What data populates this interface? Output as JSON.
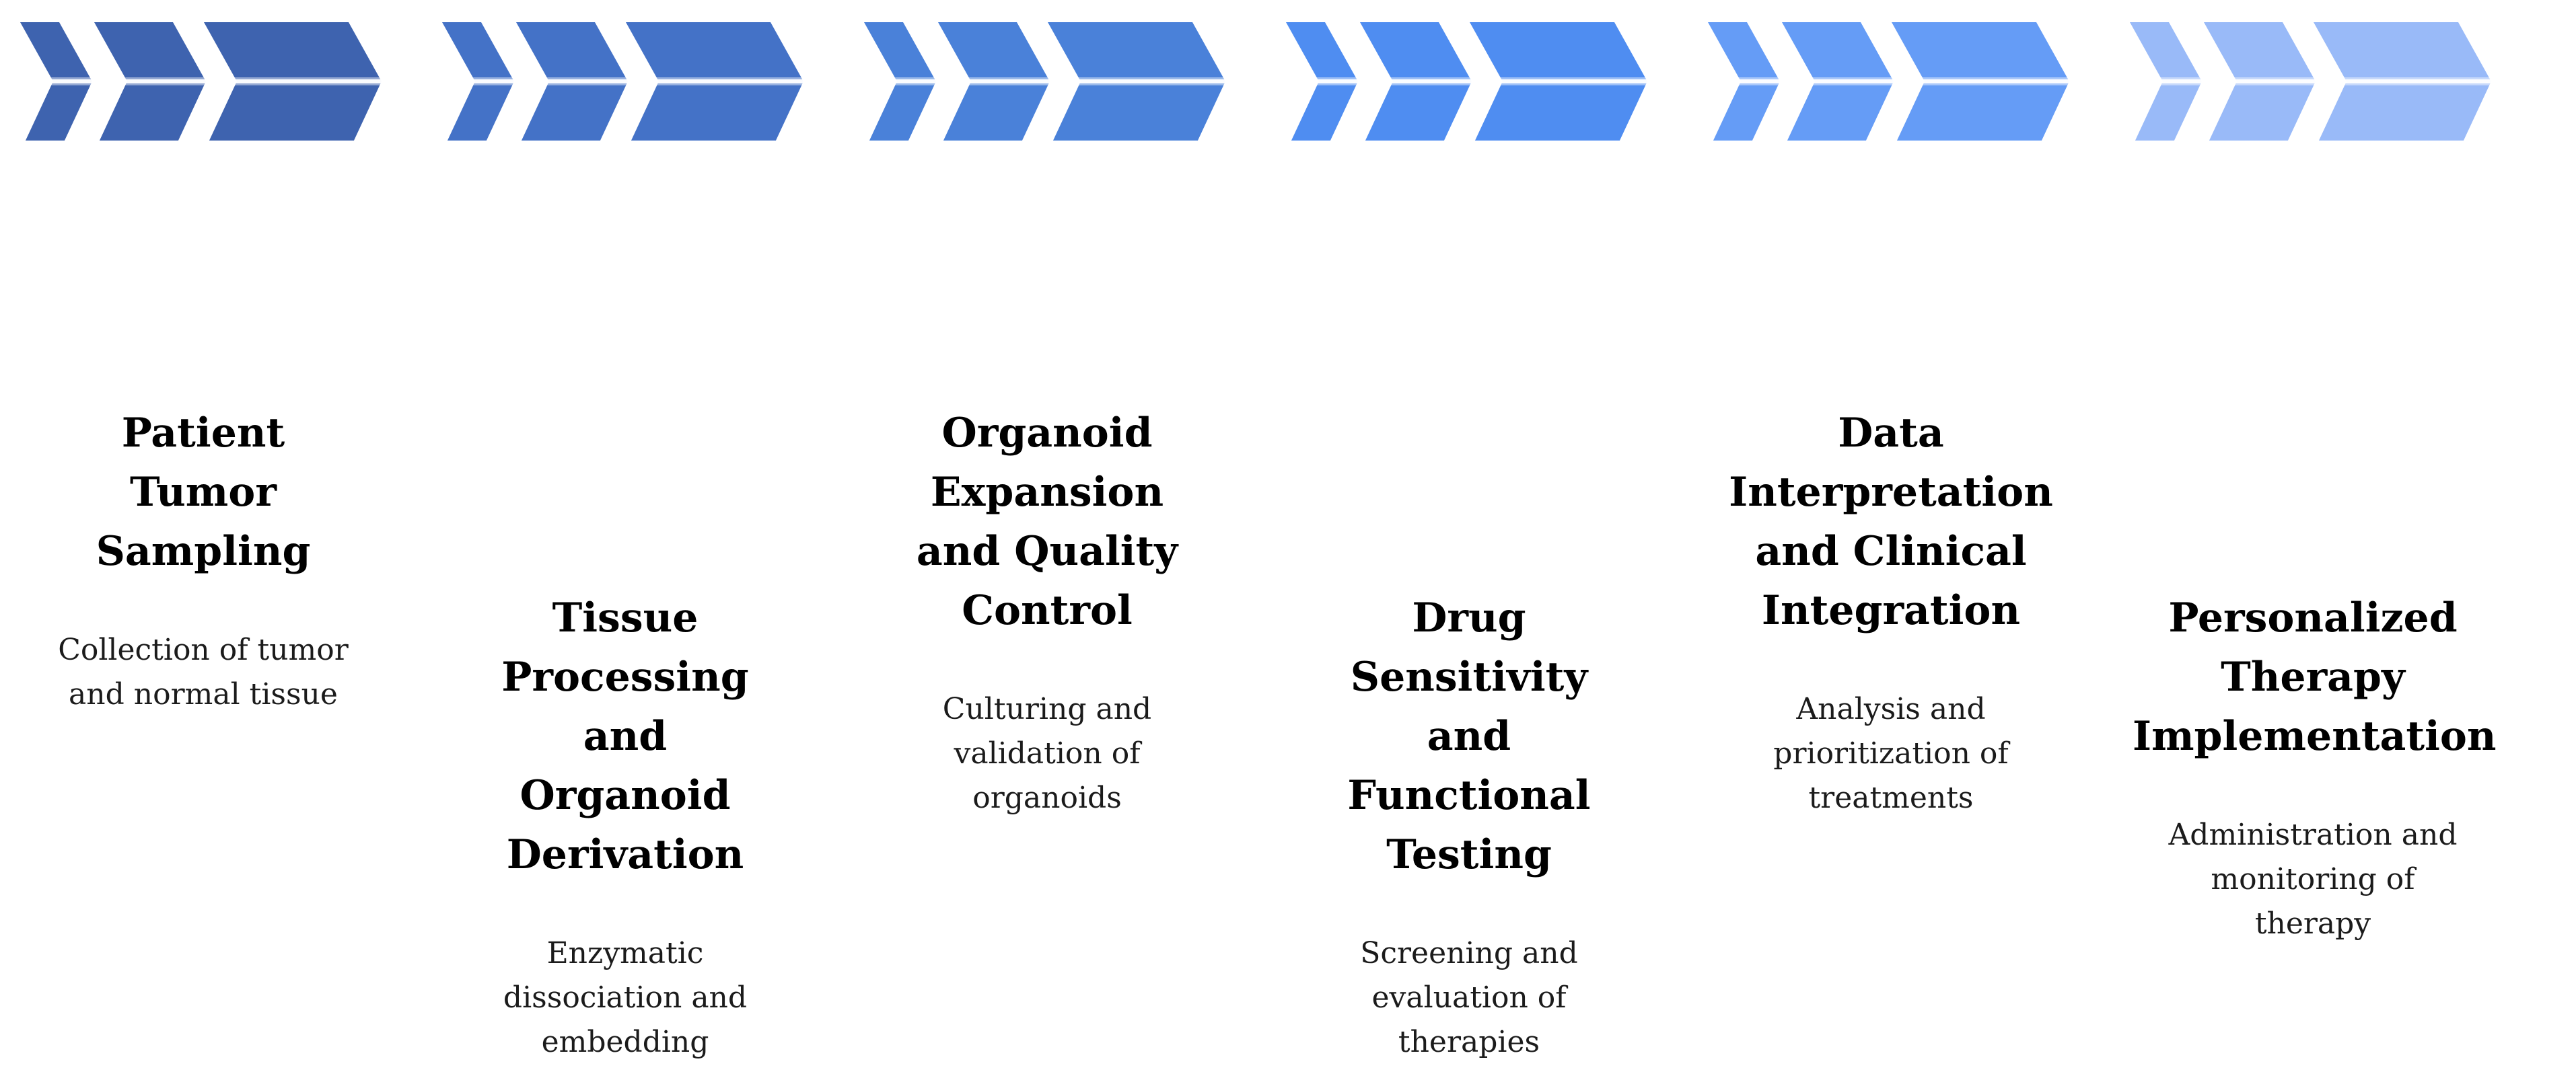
{
  "figure": {
    "type": "process-flow-diagram",
    "background_color": "#FFFFFF",
    "direction": "left-to-right",
    "step_count": 6,
    "chevron_highlight_color": "#FFFFFF",
    "title_text_color": "#000000",
    "description_text_color": "#1B1B1B",
    "icons": {
      "step_marker": "triple-chevron-arrow"
    }
  },
  "steps": [
    {
      "index": 1,
      "color": "#3E63AF",
      "text_position": "high",
      "title_lines": [
        "Patient",
        "Tumor",
        "Sampling"
      ],
      "description_lines": [
        "Collection of tumor",
        "and normal tissue"
      ]
    },
    {
      "index": 2,
      "color": "#4472C7",
      "text_position": "low",
      "title_lines": [
        "Tissue",
        "Processing",
        "and",
        "Organoid",
        "Derivation"
      ],
      "description_lines": [
        "Enzymatic",
        "dissociation and",
        "embedding"
      ]
    },
    {
      "index": 3,
      "color": "#4A81D9",
      "text_position": "high",
      "title_lines": [
        "Organoid",
        "Expansion",
        "and Quality",
        "Control"
      ],
      "description_lines": [
        "Culturing and",
        "validation of",
        "organoids"
      ]
    },
    {
      "index": 4,
      "color": "#4F8DF1",
      "text_position": "low",
      "title_lines": [
        "Drug",
        "Sensitivity",
        "and",
        "Functional",
        "Testing"
      ],
      "description_lines": [
        "Screening and",
        "evaluation of",
        "therapies"
      ]
    },
    {
      "index": 5,
      "color": "#659CF6",
      "text_position": "high",
      "title_lines": [
        "Data",
        "Interpretation",
        "and Clinical",
        "Integration"
      ],
      "description_lines": [
        "Analysis and",
        "prioritization of",
        "treatments"
      ]
    },
    {
      "index": 6,
      "color": "#99BAF8",
      "text_position": "low",
      "title_lines": [
        "Personalized",
        "Therapy",
        "Implementation"
      ],
      "description_lines": [
        "Administration and",
        "monitoring of",
        "therapy"
      ]
    }
  ]
}
